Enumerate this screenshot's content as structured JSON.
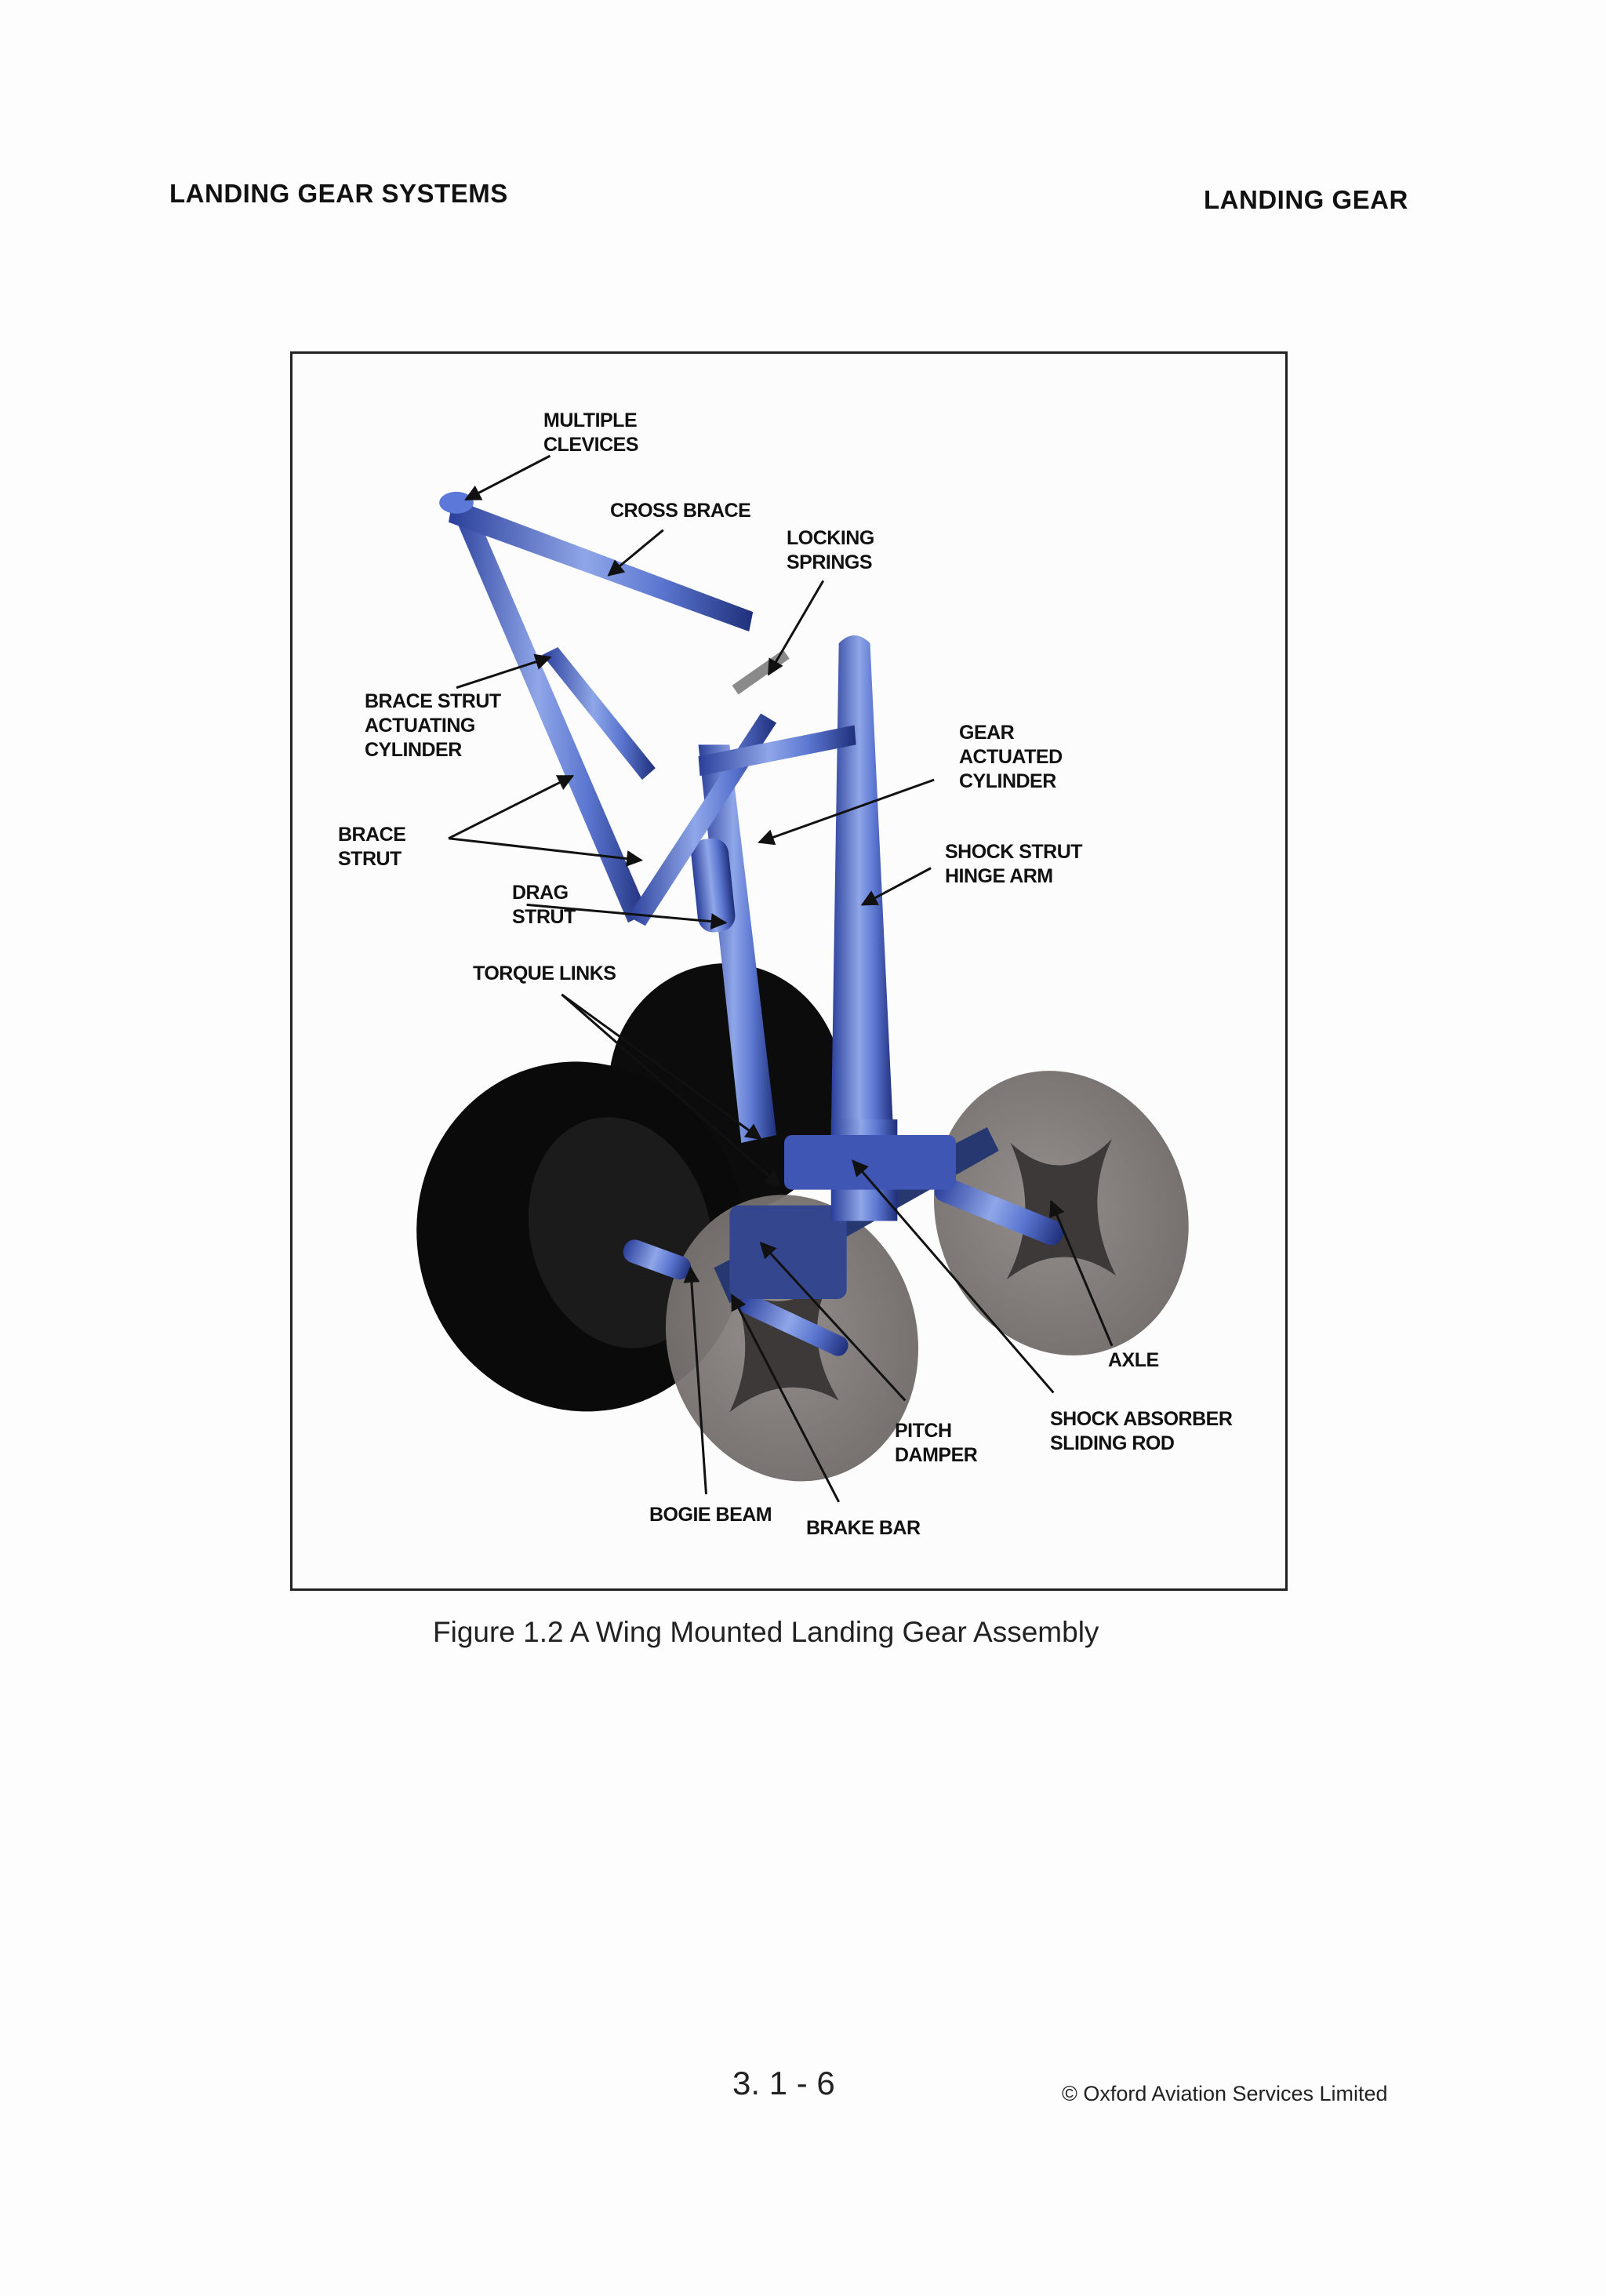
{
  "header": {
    "left": "LANDING GEAR SYSTEMS",
    "right": "LANDING GEAR"
  },
  "figure": {
    "callouts": {
      "multiple_clevices": "MULTIPLE\nCLEVICES",
      "cross_brace": "CROSS BRACE",
      "locking_springs": "LOCKING\nSPRINGS",
      "brace_strut_actuating_cylinder": "BRACE STRUT\nACTUATING\nCYLINDER",
      "gear_actuated_cylinder": "GEAR\nACTUATED\nCYLINDER",
      "brace_strut": "BRACE\nSTRUT",
      "shock_strut_hinge_arm": "SHOCK STRUT\nHINGE ARM",
      "drag_strut": "DRAG\nSTRUT",
      "torque_links": "TORQUE LINKS",
      "axle": "AXLE",
      "shock_absorber_sliding_rod": "SHOCK ABSORBER\nSLIDING ROD",
      "pitch_damper": "PITCH\nDAMPER",
      "bogie_beam": "BOGIE BEAM",
      "brake_bar": "BRAKE BAR"
    },
    "caption": "Figure 1.2 A Wing Mounted Landing Gear Assembly"
  },
  "footer": {
    "page_number": "3. 1 - 6",
    "copyright": "© Oxford Aviation Services Limited"
  }
}
